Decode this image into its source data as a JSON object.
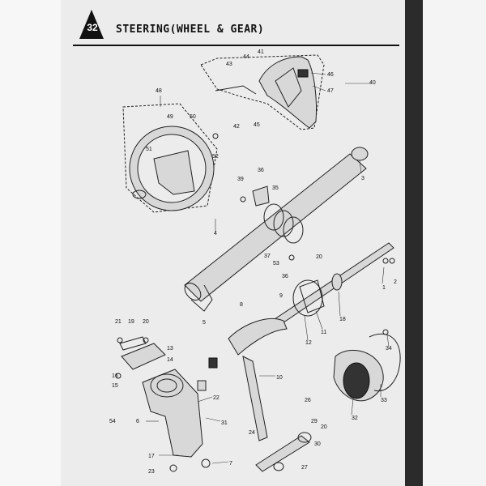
{
  "page": {
    "number": "32",
    "title": "STEERING(WHEEL & GEAR)"
  },
  "callouts": [
    {
      "id": "c1",
      "text": "1"
    },
    {
      "id": "c2",
      "text": "2"
    },
    {
      "id": "c3",
      "text": "3"
    },
    {
      "id": "c4",
      "text": "4"
    },
    {
      "id": "c5",
      "text": "5"
    },
    {
      "id": "c6",
      "text": "6"
    },
    {
      "id": "c7",
      "text": "7"
    },
    {
      "id": "c8",
      "text": "8"
    },
    {
      "id": "c9",
      "text": "9"
    },
    {
      "id": "c10",
      "text": "10"
    },
    {
      "id": "c11",
      "text": "11"
    },
    {
      "id": "c12",
      "text": "12"
    },
    {
      "id": "c13",
      "text": "13"
    },
    {
      "id": "c14",
      "text": "14"
    },
    {
      "id": "c15",
      "text": "15"
    },
    {
      "id": "c16",
      "text": "16"
    },
    {
      "id": "c17",
      "text": "17"
    },
    {
      "id": "c18",
      "text": "18"
    },
    {
      "id": "c19",
      "text": "19"
    },
    {
      "id": "c20a",
      "text": "20"
    },
    {
      "id": "c20b",
      "text": "20"
    },
    {
      "id": "c20c",
      "text": "20"
    },
    {
      "id": "c21",
      "text": "21"
    },
    {
      "id": "c22",
      "text": "22"
    },
    {
      "id": "c23",
      "text": "23"
    },
    {
      "id": "c24",
      "text": "24"
    },
    {
      "id": "c26",
      "text": "26"
    },
    {
      "id": "c27",
      "text": "27"
    },
    {
      "id": "c29",
      "text": "29"
    },
    {
      "id": "c30",
      "text": "30"
    },
    {
      "id": "c31",
      "text": "31"
    },
    {
      "id": "c32",
      "text": "32"
    },
    {
      "id": "c33",
      "text": "33"
    },
    {
      "id": "c34",
      "text": "34"
    },
    {
      "id": "c35",
      "text": "35"
    },
    {
      "id": "c36a",
      "text": "36"
    },
    {
      "id": "c36b",
      "text": "36"
    },
    {
      "id": "c37",
      "text": "37"
    },
    {
      "id": "c39",
      "text": "39"
    },
    {
      "id": "c40",
      "text": "40"
    },
    {
      "id": "c41",
      "text": "41"
    },
    {
      "id": "c42",
      "text": "42"
    },
    {
      "id": "c43",
      "text": "43"
    },
    {
      "id": "c44",
      "text": "44"
    },
    {
      "id": "c45",
      "text": "45"
    },
    {
      "id": "c46",
      "text": "46"
    },
    {
      "id": "c47",
      "text": "47"
    },
    {
      "id": "c48",
      "text": "48"
    },
    {
      "id": "c49",
      "text": "49"
    },
    {
      "id": "c50",
      "text": "50"
    },
    {
      "id": "c51",
      "text": "51"
    },
    {
      "id": "c52",
      "text": "52"
    },
    {
      "id": "c53",
      "text": "53"
    },
    {
      "id": "c54",
      "text": "54"
    }
  ]
}
